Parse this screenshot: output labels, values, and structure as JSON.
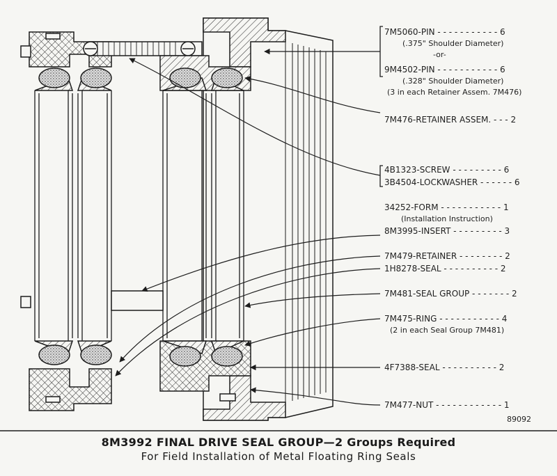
{
  "labels": {
    "pin1": "7M5060-PIN - - - - - - - - - - - 6",
    "pin1_note": "(.375\" Shoulder Diameter)",
    "or": "-or-",
    "pin2": "9M4502-PIN - - - - - - - - - - - 6",
    "pin2_note": "(.328\" Shoulder Diameter)",
    "pin_note": "(3 in each Retainer Assem. 7M476)",
    "retainer_assem": "7M476-RETAINER ASSEM. - - - 2",
    "screw": "4B1323-SCREW - - - - - - - - - 6",
    "lockwasher": "3B4504-LOCKWASHER - - - - - - 6",
    "form": "34252-FORM - - - - - - - - - - - 1",
    "form_note": "(Installation Instruction)",
    "insert": "8M3995-INSERT - - - - - - - - - 3",
    "retainer": "7M479-RETAINER - - - - - - - - 2",
    "seal1": "1H8278-SEAL - - - - - - - - - - 2",
    "seal_group": "7M481-SEAL GROUP - - - - - - - 2",
    "ring": "7M475-RING - - - - - - - - - - - 4",
    "ring_note": "(2 in each Seal Group 7M481)",
    "seal2": "4F7388-SEAL - - - - - - - - - - 2",
    "nut": "7M477-NUT - - - - - - - - - - - - 1",
    "drawing_no": "89092"
  },
  "caption": {
    "title": "8M3992 FINAL DRIVE SEAL GROUP—2 Groups Required",
    "subtitle": "For Field Installation of Metal Floating Ring Seals"
  },
  "colors": {
    "ink": "#1d1d1d",
    "paper": "#f6f6f3"
  }
}
